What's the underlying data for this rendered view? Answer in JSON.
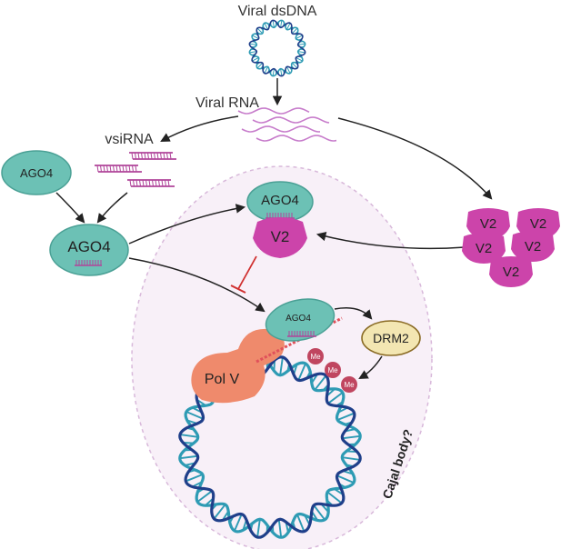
{
  "labels": {
    "viral_dsdna": "Viral dsDNA",
    "viral_rna": "Viral RNA",
    "vsirna": "vsiRNA",
    "ago4_free": "AGO4",
    "ago4_loaded": "AGO4",
    "ago4_v2_complex": "AGO4",
    "v2_in_complex": "V2",
    "ago4_on_dna": "AGO4",
    "drm2": "DRM2",
    "pol_v": "Pol V",
    "cajal_body": "Cajal body?",
    "methyl_marks": [
      "Me",
      "Me",
      "Me"
    ],
    "v2_proteins": [
      "V2",
      "V2",
      "V2",
      "V2",
      "V2"
    ]
  },
  "colors": {
    "ago4_fill": "#6cc1b5",
    "ago4_stroke": "#4aa095",
    "v2_fill": "#cc44aa",
    "sirna": "#b0459a",
    "rna_wave": "#c77ccb",
    "cajal_fill": "#f8f0f8",
    "cajal_stroke": "#d8b8da",
    "pol_v_fill": "#ef8a6c",
    "drm2_fill": "#f3e6b2",
    "drm2_stroke": "#8a6b25",
    "dna_dark": "#1f3f8a",
    "dna_light": "#2e9bb4",
    "me_fill": "#c04660",
    "inhibit": "#d03030",
    "arrow": "#222222"
  }
}
